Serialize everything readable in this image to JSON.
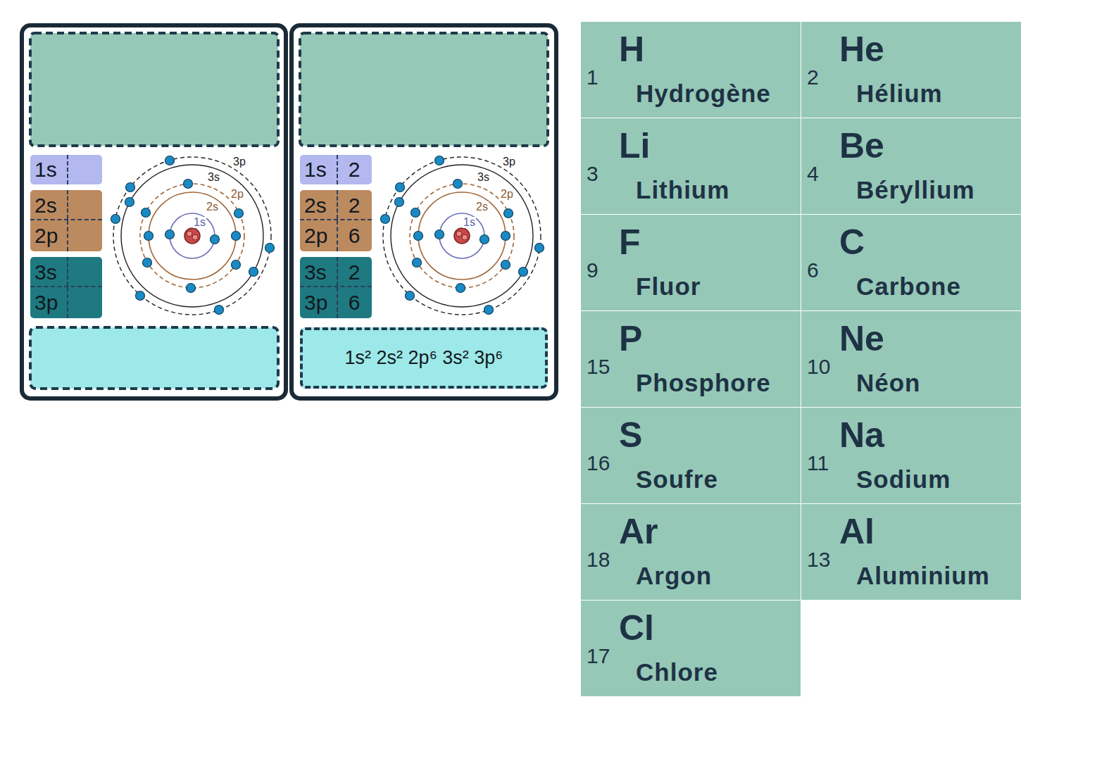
{
  "diagram": {
    "nodes": [
      {
        "text": [
          "1s"
        ]
      },
      {
        "text": [
          "2s"
        ]
      },
      {
        "text": [
          "2p"
        ]
      },
      {
        "text": [
          "3s"
        ]
      },
      {
        "text": [
          "3p"
        ]
      },
      {
        "text": [
          "1s",
          "2"
        ]
      },
      {
        "text": [
          "2s",
          "2"
        ]
      },
      {
        "text": [
          "2p",
          "6"
        ]
      },
      {
        "text": [
          "3s",
          "2"
        ]
      },
      {
        "text": [
          "3p",
          "6"
        ]
      },
      {
        "text": [
          "1s² 2s² 2p⁶ 3s² 3p⁶"
        ]
      },
      {
        "text": [
          "1",
          "H",
          "Hydrogène"
        ]
      },
      {
        "text": [
          "2",
          "He",
          "Hélium"
        ]
      },
      {
        "text": [
          "3",
          "Li",
          "Lithium"
        ]
      },
      {
        "text": [
          "4",
          "Be",
          "Béryllium"
        ]
      },
      {
        "text": [
          "9",
          "F",
          "Fluor"
        ]
      },
      {
        "text": [
          "6",
          "C",
          "Carbone"
        ]
      },
      {
        "text": [
          "15",
          "P",
          "Phosphore"
        ]
      },
      {
        "text": [
          "10",
          "Ne",
          "Néon"
        ]
      },
      {
        "text": [
          "16",
          "S",
          "Soufre"
        ]
      },
      {
        "text": [
          "11",
          "Na",
          "Sodium"
        ]
      },
      {
        "text": [
          "18",
          "Ar",
          "Argon"
        ]
      },
      {
        "text": [
          "13",
          "Al",
          "Aluminium"
        ]
      },
      {
        "text": [
          "17",
          "Cl",
          "Chlore"
        ]
      }
    ],
    "labels": [
      "1s",
      "2s",
      "2p",
      "3s",
      "3p",
      "1s",
      "2s",
      "2p",
      "3s",
      "3p"
    ]
  }
}
